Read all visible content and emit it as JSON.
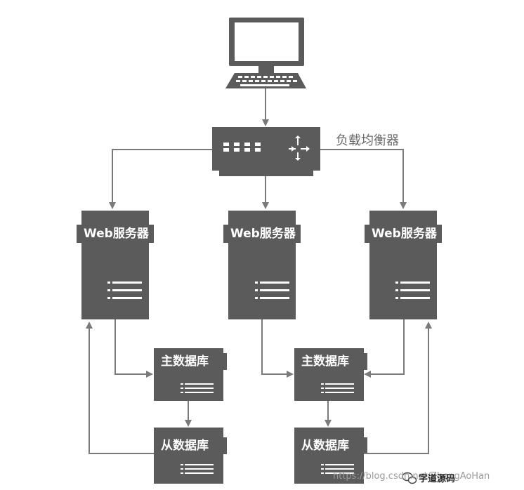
{
  "diagram": {
    "load_balancer_label": "负载均衡器",
    "web_servers": [
      {
        "label": "Web服务器"
      },
      {
        "label": "Web服务器"
      },
      {
        "label": "Web服务器"
      }
    ],
    "master_dbs": [
      {
        "label": "主数据库"
      },
      {
        "label": "主数据库"
      }
    ],
    "slave_dbs": [
      {
        "label": "从数据库"
      },
      {
        "label": "从数据库"
      }
    ],
    "colors": {
      "box": "#5b5b5b",
      "arrow": "#7a7a7a",
      "label_text": "#ffffff"
    }
  },
  "watermark": {
    "url_text": "https://blog.csdn.net/ZhengAoHan",
    "brand_text": "字道源码"
  }
}
